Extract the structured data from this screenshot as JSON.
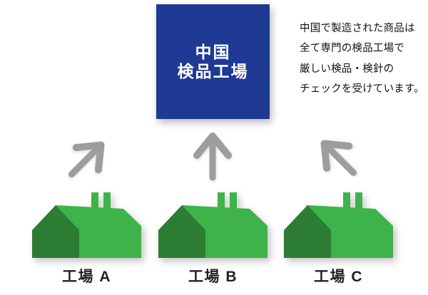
{
  "page": {
    "background_color": "#ffffff"
  },
  "inspection_box": {
    "line1": "中国",
    "line2": "検品工場",
    "bg_color": "#1f3a94",
    "text_color": "#ffffff"
  },
  "description": {
    "lines": [
      "中国で製造された商品は",
      "全て専門の検品工場で",
      "厳しい検品・検針の",
      "チェックを受けています。"
    ],
    "text_color": "#111111"
  },
  "arrows": {
    "color": "#9d9d9d",
    "items": [
      {
        "direction": "up-right"
      },
      {
        "direction": "up"
      },
      {
        "direction": "up-left"
      }
    ]
  },
  "factories": {
    "colors": {
      "dark_green": "#2c7d33",
      "light_green": "#3eb34a"
    },
    "label_color": "#262120",
    "items": [
      {
        "label": "工場 A"
      },
      {
        "label": "工場 B"
      },
      {
        "label": "工場 C"
      }
    ]
  }
}
